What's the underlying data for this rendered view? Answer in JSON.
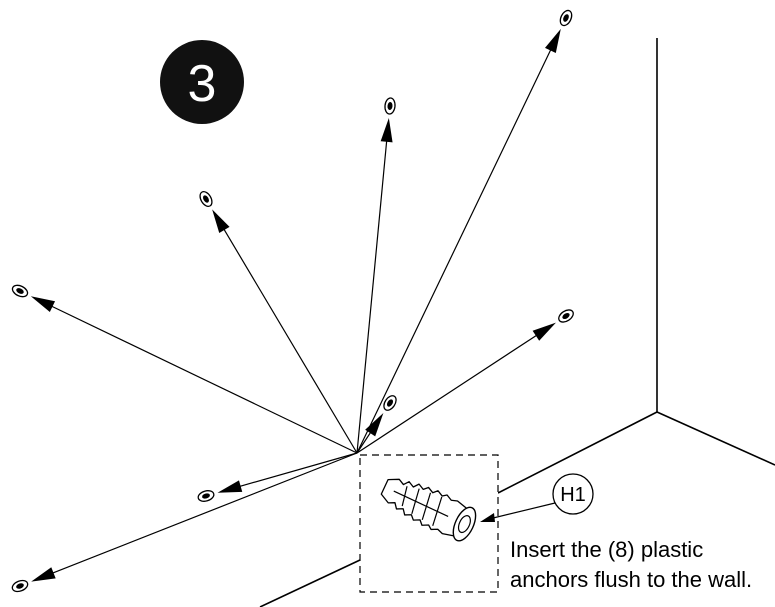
{
  "step": {
    "number": "3"
  },
  "callout": {
    "label": "H1"
  },
  "instruction": {
    "line1": "Insert the (8) plastic",
    "line2": "anchors flush to the wall."
  }
}
